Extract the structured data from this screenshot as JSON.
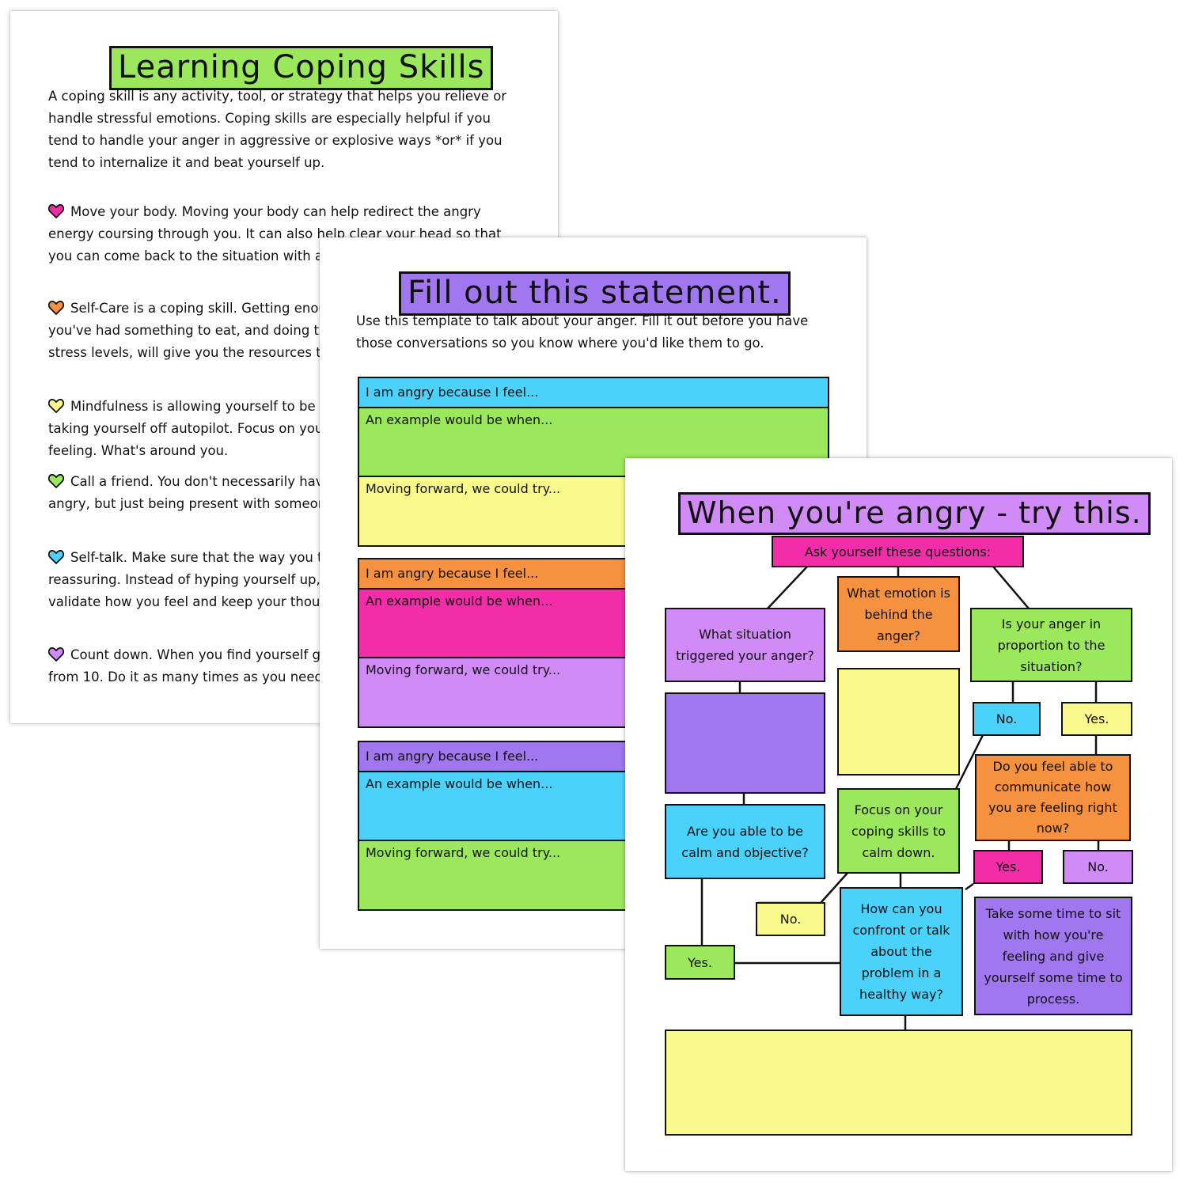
{
  "colors": {
    "green": "#9ce85c",
    "blue": "#4bd2fa",
    "yellow": "#faf98c",
    "orange": "#f6913f",
    "pink": "#f32ca8",
    "lavender": "#d08bf6",
    "purple": "#a077ef"
  },
  "page1": {
    "title": "Learning Coping Skills",
    "intro": "A coping skill is any activity, tool, or strategy that helps you relieve or handle stressful emotions. Coping skills are especially helpful if you tend to handle your anger in aggressive or explosive ways *or* if you tend to internalize it and beat yourself up.",
    "items": [
      {
        "icon": "heart-icon",
        "text": "Move your body. Moving your body can help redirect the angry energy coursing through you. It can also help clear your head so that you can come back to the situation with a new perspective."
      },
      {
        "icon": "heart-icon",
        "text": "Self-Care is a coping skill. Getting enough sleep, making sure that you've had something to eat, and doing things that manage your stress levels, will give you the resources to handle strong emotions."
      },
      {
        "icon": "heart-icon",
        "text": "Mindfulness is allowing yourself to be present in the moment and taking yourself off autopilot. Focus on your breathing. What you're feeling. What's around you."
      },
      {
        "icon": "heart-icon",
        "text": "Call a friend. You don't necessarily have to talk about why you're angry, but just being present with someone can help soothe anger."
      },
      {
        "icon": "heart-icon",
        "text": "Self-talk. Make sure that the way you talk to yourself is kind and reassuring. Instead of hyping yourself up, do the opposite. Mentally validate how you feel and keep your thoughts kind."
      },
      {
        "icon": "heart-icon",
        "text": "Count down. When you find yourself getting angry, count down from 10. Do it as many times as you need to."
      }
    ]
  },
  "page2": {
    "title": "Fill out this statement.",
    "intro": "Use this template to talk about your anger. Fill it out before you have those conversations so you know where you'd like them to go.",
    "blocks": [
      {
        "row1": "I am angry because I feel...",
        "row2": "An example would be when...",
        "row3": "Moving forward, we could try..."
      },
      {
        "row1": "I am angry because I feel...",
        "row2": "An example would be when...",
        "row3": "Moving forward, we could try..."
      },
      {
        "row1": "I am angry because I feel...",
        "row2": "An example would be when...",
        "row3": "Moving forward, we could try..."
      }
    ]
  },
  "page3": {
    "title": "When you're angry - try this.",
    "ask": "Ask yourself these questions:",
    "q_situation": "What situation triggered your anger?",
    "q_emotion": "What emotion is behind the anger?",
    "q_proportion": "Is your anger in proportion to the situation?",
    "no1": "No.",
    "yes1": "Yes.",
    "q_communicate": "Do you feel able to communicate how you are feeling right now?",
    "q_calm": "Are you able to be calm and objective?",
    "focus": "Focus on your coping skills to calm down.",
    "yes2": "Yes.",
    "no2": "No.",
    "no3": "No.",
    "yes3": "Yes.",
    "q_confront": "How can you confront or talk about the problem in a healthy way?",
    "take_time": "Take some time to sit with how you're feeling and give yourself some time to process."
  }
}
